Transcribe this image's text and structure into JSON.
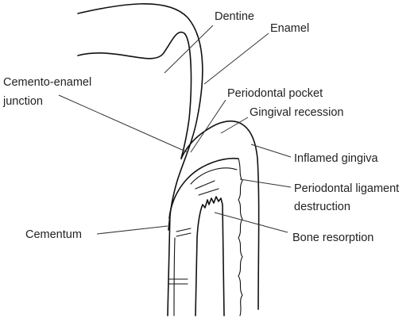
{
  "labels": {
    "dentine": "Dentine",
    "enamel": "Enamel",
    "cej_line1": "Cemento-enamel",
    "cej_line2": "junction",
    "periodontal_pocket": "Periodontal pocket",
    "gingival_recession": "Gingival recession",
    "inflamed_gingiva": "Inflamed gingiva",
    "pdl_line1": "Periodontal ligament",
    "pdl_line2": "destruction",
    "cementum": "Cementum",
    "bone_resorption": "Bone resorption"
  },
  "colors": {
    "stroke": "#111111",
    "text": "#222222",
    "background": "#ffffff"
  }
}
